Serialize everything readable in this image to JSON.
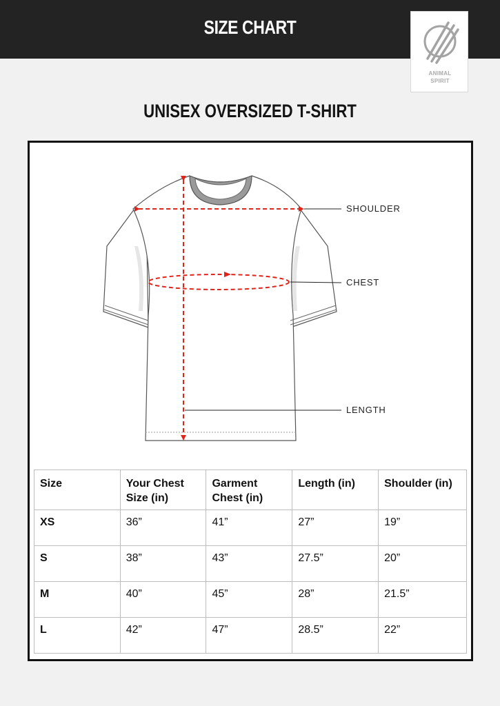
{
  "header": {
    "title": "SIZE CHART",
    "bar_color": "#232323"
  },
  "logo": {
    "icon": "claw-marks-icon",
    "line1": "ANIMAL",
    "line2": "SPIRIT"
  },
  "subtitle": "UNISEX OVERSIZED T-SHIRT",
  "diagram": {
    "callouts": {
      "shoulder": "SHOULDER",
      "chest": "CHEST",
      "length": "LENGTH"
    },
    "arrow_color": "#e0241b"
  },
  "table": {
    "headers": [
      "Size",
      "Your Chest Size (in)",
      "Garment Chest (in)",
      "Length (in)",
      "Shoulder (in)"
    ],
    "rows": [
      [
        "XS",
        "36”",
        "41”",
        "27”",
        "19”"
      ],
      [
        "S",
        "38”",
        "43”",
        "27.5”",
        "20”"
      ],
      [
        "M",
        "40”",
        "45”",
        "28”",
        "21.5”"
      ],
      [
        "L",
        "42”",
        "47”",
        "28.5”",
        "22”"
      ]
    ]
  }
}
